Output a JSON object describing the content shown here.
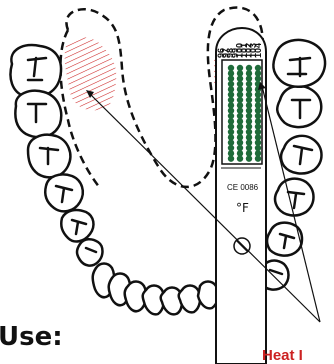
{
  "labels": {
    "use": "Use:",
    "heat": "Heat I"
  },
  "thermometer": {
    "scale_labels": [
      "96",
      "97",
      "98",
      "99",
      "100",
      "101",
      "102",
      "103",
      "104"
    ],
    "ce_mark": "CE 0086",
    "unit": "°F",
    "dot_color": "#1f6b3a"
  },
  "colors": {
    "accent": "#cc2222",
    "ink": "#111111"
  }
}
